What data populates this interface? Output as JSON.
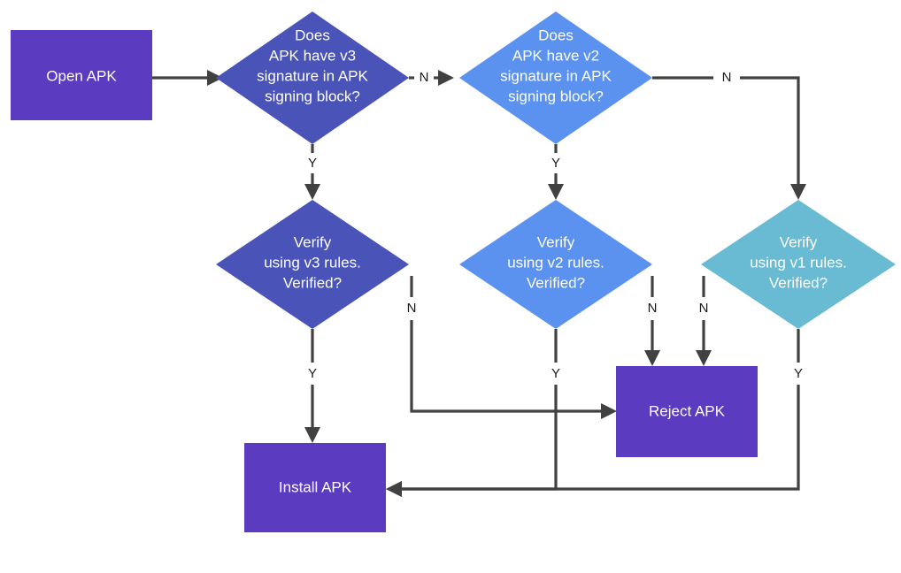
{
  "diagram": {
    "title": "APK signature verification flow",
    "type": "flowchart",
    "colors": {
      "purple": "#5B3BBF",
      "indigo": "#4A54B8",
      "blue": "#5B92F0",
      "teal": "#69BAD3",
      "edge": "#414141",
      "label_text": "#1a1a1a",
      "node_text": "#ffffff",
      "background": "#ffffff"
    },
    "nodes": [
      {
        "id": "open-apk",
        "shape": "rectangle",
        "color_key": "purple",
        "lines": [
          "Open APK"
        ]
      },
      {
        "id": "has-v3",
        "shape": "diamond",
        "color_key": "indigo",
        "lines": [
          "Does",
          "APK have v3",
          "signature in APK",
          "signing block?"
        ]
      },
      {
        "id": "has-v2",
        "shape": "diamond",
        "color_key": "blue",
        "lines": [
          "Does",
          "APK have v2",
          "signature in APK",
          "signing block?"
        ]
      },
      {
        "id": "verify-v3",
        "shape": "diamond",
        "color_key": "indigo",
        "lines": [
          "Verify",
          "using v3 rules.",
          "Verified?"
        ]
      },
      {
        "id": "verify-v2",
        "shape": "diamond",
        "color_key": "blue",
        "lines": [
          "Verify",
          "using v2 rules.",
          "Verified?"
        ]
      },
      {
        "id": "verify-v1",
        "shape": "diamond",
        "color_key": "teal",
        "lines": [
          "Verify",
          "using v1 rules.",
          "Verified?"
        ]
      },
      {
        "id": "reject-apk",
        "shape": "rectangle",
        "color_key": "purple",
        "lines": [
          "Reject APK"
        ]
      },
      {
        "id": "install-apk",
        "shape": "rectangle",
        "color_key": "purple",
        "lines": [
          "Install APK"
        ]
      }
    ],
    "edges": [
      {
        "id": "open-to-v3",
        "from": "open-apk",
        "to": "has-v3",
        "label": ""
      },
      {
        "id": "v3-no-to-v2",
        "from": "has-v3",
        "to": "has-v2",
        "label": "N"
      },
      {
        "id": "v3-yes-to-verify-v3",
        "from": "has-v3",
        "to": "verify-v3",
        "label": "Y"
      },
      {
        "id": "v2-no-to-verify-v1",
        "from": "has-v2",
        "to": "verify-v1",
        "label": "N"
      },
      {
        "id": "v2-yes-to-verify-v2",
        "from": "has-v2",
        "to": "verify-v2",
        "label": "Y"
      },
      {
        "id": "verify-v3-yes-to-install",
        "from": "verify-v3",
        "to": "install-apk",
        "label": "Y"
      },
      {
        "id": "verify-v3-no-to-reject",
        "from": "verify-v3",
        "to": "reject-apk",
        "label": "N"
      },
      {
        "id": "verify-v2-yes-to-install",
        "from": "verify-v2",
        "to": "install-apk",
        "label": "Y"
      },
      {
        "id": "verify-v2-no-to-reject",
        "from": "verify-v2",
        "to": "reject-apk",
        "label": "N"
      },
      {
        "id": "verify-v1-no-to-reject",
        "from": "verify-v1",
        "to": "reject-apk",
        "label": "N"
      },
      {
        "id": "verify-v1-yes-to-install",
        "from": "verify-v1",
        "to": "install-apk",
        "label": "Y"
      }
    ],
    "node_text": {
      "open_apk": "Open APK",
      "reject_apk": "Reject APK",
      "install_apk": "Install APK",
      "has_v3_l1": "Does",
      "has_v3_l2": "APK have v3",
      "has_v3_l3": "signature in APK",
      "has_v3_l4": "signing block?",
      "has_v2_l1": "Does",
      "has_v2_l2": "APK have v2",
      "has_v2_l3": "signature in APK",
      "has_v2_l4": "signing block?",
      "verify_v3_l1": "Verify",
      "verify_v3_l2": "using v3 rules.",
      "verify_v3_l3": "Verified?",
      "verify_v2_l1": "Verify",
      "verify_v2_l2": "using v2 rules.",
      "verify_v2_l3": "Verified?",
      "verify_v1_l1": "Verify",
      "verify_v1_l2": "using v1 rules.",
      "verify_v1_l3": "Verified?"
    },
    "edge_labels": {
      "v3_no": "N",
      "v3_yes": "Y",
      "v2_no": "N",
      "v2_yes": "Y",
      "verify_v3_yes": "Y",
      "verify_v3_no": "N",
      "verify_v2_yes": "Y",
      "verify_v2_no": "N",
      "verify_v1_no": "N",
      "verify_v1_yes": "Y"
    }
  }
}
